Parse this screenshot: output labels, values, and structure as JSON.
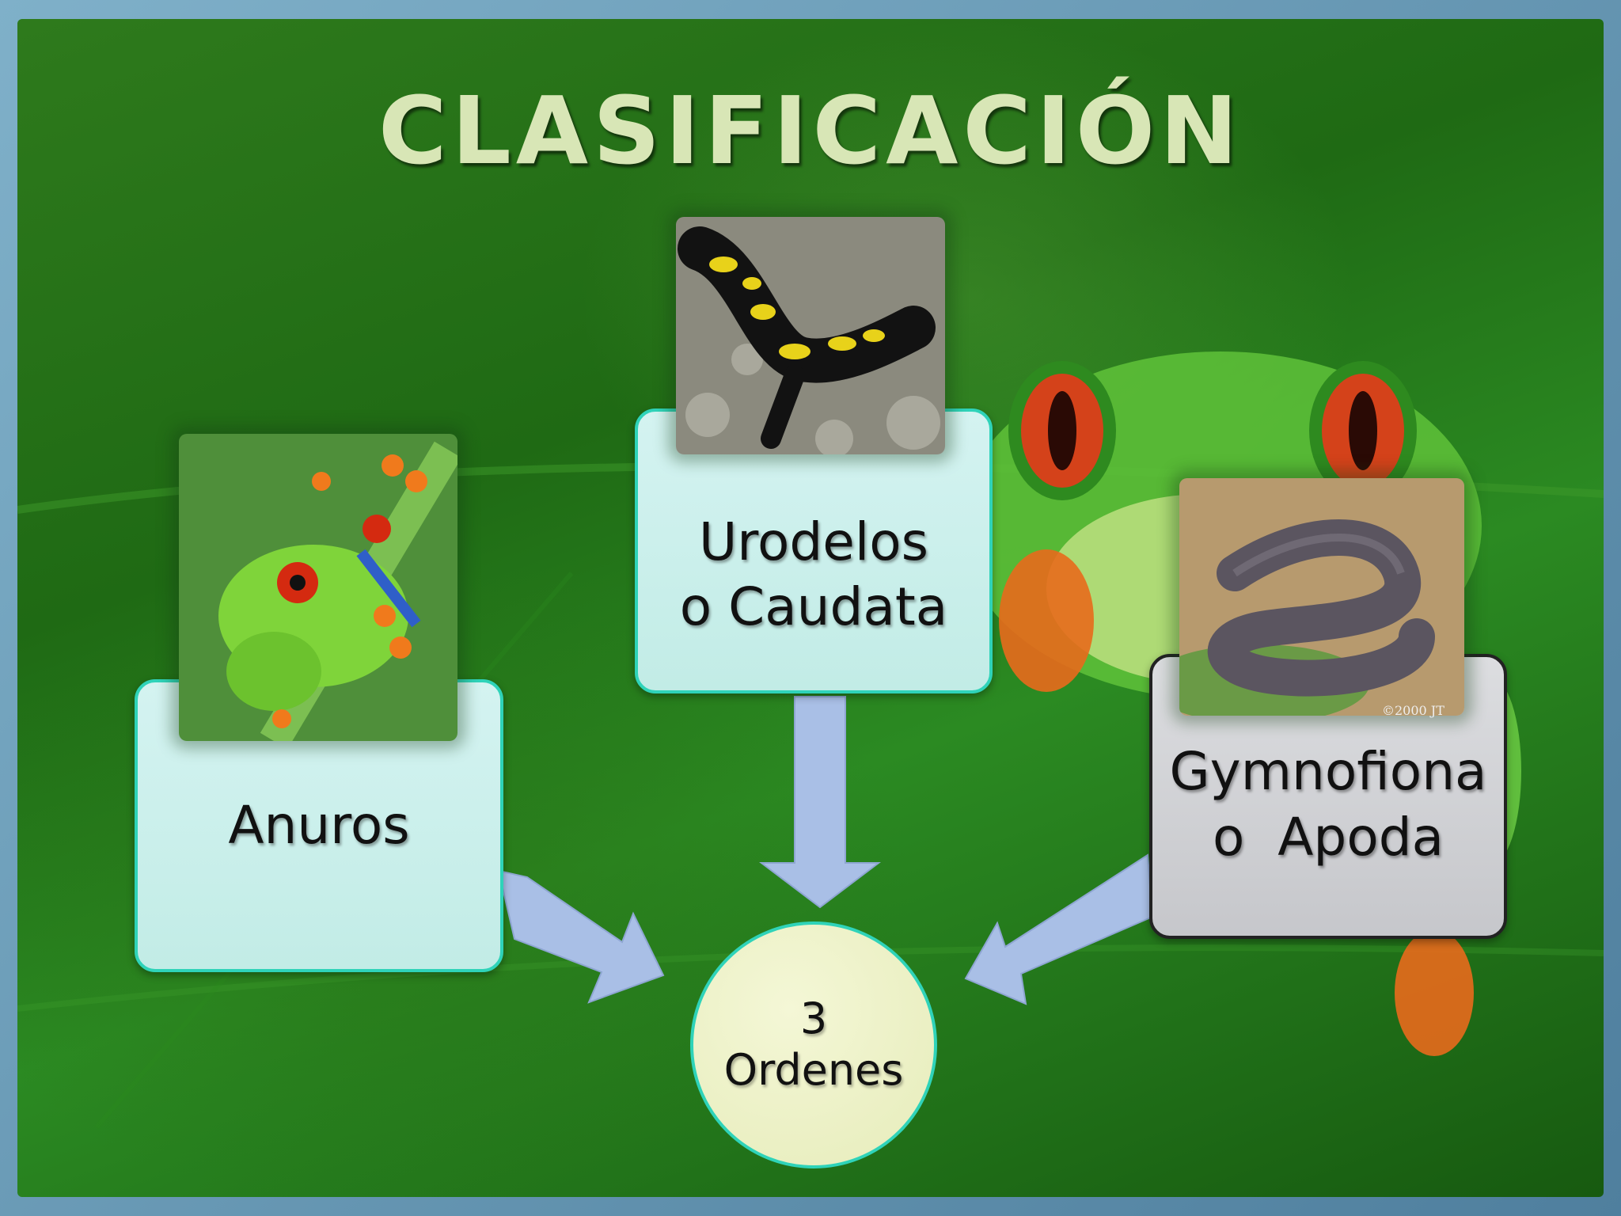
{
  "title": "CLASIFICACIÓN",
  "orders": [
    {
      "line1": "Anuros",
      "line2": ""
    },
    {
      "line1": "Urodelos",
      "line2": "o Caudata"
    },
    {
      "line1": "Gymnofiona",
      "line2": "o  Apoda"
    }
  ],
  "center": {
    "line1": "3",
    "line2": "Ordenes"
  },
  "photo_watermark": "©2000 JT",
  "colors": {
    "box_border": "#2fd3b9",
    "box_fill": "#c8eee9",
    "arrow": "#a9bfe6",
    "center_fill": "#e9efc0",
    "gray_box": "#cfd0d4"
  }
}
